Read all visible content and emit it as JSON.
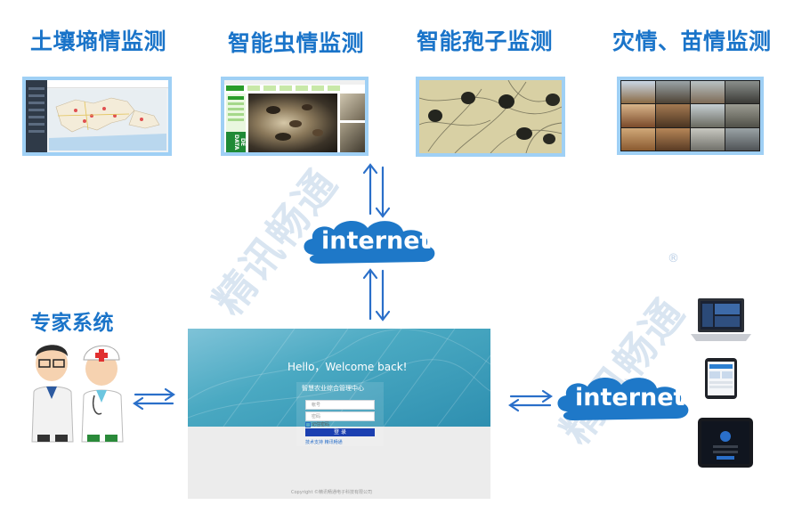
{
  "titles": {
    "soil": "土壤墒情监测",
    "pest": "智能虫情监测",
    "spore": "智能孢子监测",
    "disaster": "灾情、苗情监测",
    "expert": "专家系统"
  },
  "network": {
    "internet_top": "internet",
    "internet_right": "internet"
  },
  "watermark": {
    "brand": "精讯畅通",
    "registered": "®"
  },
  "login": {
    "welcome": "Hello，Welcome back!",
    "center_title": "智慧农业综合管理中心",
    "username_placeholder": "帐号",
    "password_placeholder": "密码",
    "remember": "记住密码",
    "login_button": "登 录",
    "footer_link": "技术支持 精讯畅通",
    "copyright": "Copyright ©精讯畅通电子科技有限公司"
  },
  "pest_screen": {
    "side_text": "DE DATA"
  },
  "colors": {
    "title_blue": "#1a74c9",
    "cloud_blue": "#1e78c8",
    "frame_blue": "#9fd0f5",
    "arrow_blue": "#2a6fc9",
    "login_button": "#1b3fb0"
  }
}
